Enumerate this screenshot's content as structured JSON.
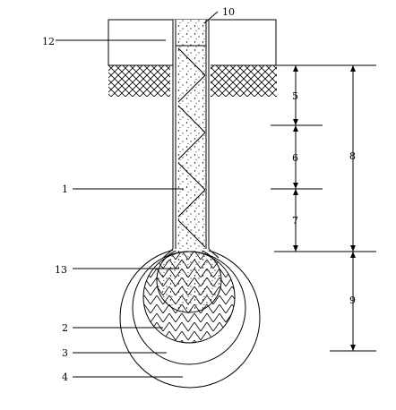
{
  "labels": {
    "pile_shaft": "1",
    "inner_ring": "2",
    "middle_ring": "3",
    "outer_ring": "4",
    "dim_a": "5",
    "dim_b": "6",
    "dim_c": "7",
    "dim_total": "8",
    "dim_bulb": "9",
    "casing": "10",
    "cap": "12",
    "bulb_core": "13"
  },
  "colors": {
    "line": "#000000",
    "background": "#ffffff"
  }
}
